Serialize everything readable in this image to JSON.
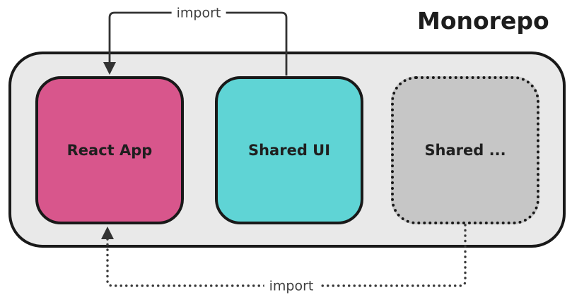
{
  "title": "Monorepo",
  "canvas": {
    "background": "#ffffff"
  },
  "container": {
    "id": "monorepo",
    "fill": "#e9e9e9",
    "border_color": "#191919"
  },
  "nodes": [
    {
      "id": "react-app",
      "label": "React App",
      "fill": "#d8568c",
      "border_style": "solid"
    },
    {
      "id": "shared-ui",
      "label": "Shared UI",
      "fill": "#5fd4d5",
      "border_style": "solid"
    },
    {
      "id": "shared-other",
      "label": "Shared ...",
      "fill": "#c6c6c6",
      "border_style": "dotted"
    }
  ],
  "edges": [
    {
      "label": "import",
      "from": "shared-ui",
      "to": "react-app",
      "style": "solid",
      "color": "#333333"
    },
    {
      "label": "import",
      "from": "shared-other",
      "to": "react-app",
      "style": "dotted",
      "color": "#3a3a3a"
    }
  ]
}
